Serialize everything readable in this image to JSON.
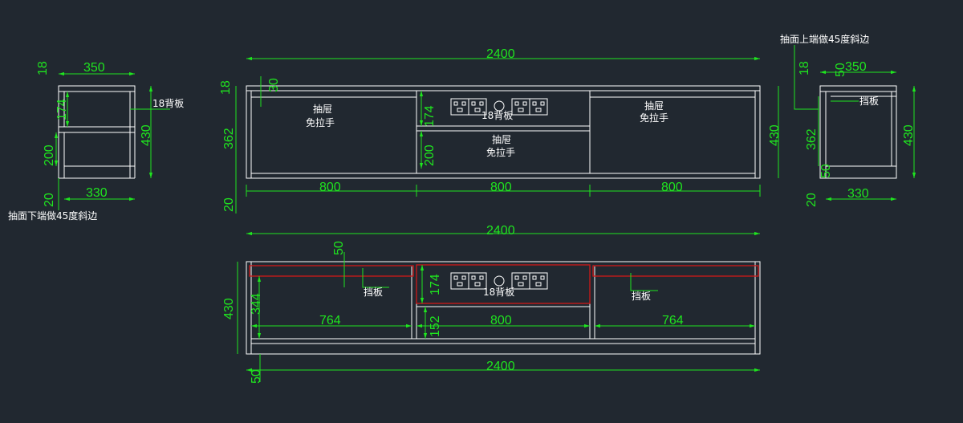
{
  "colors": {
    "background": "#212830",
    "dimension": "#1fe51f",
    "outline": "#ffffff",
    "highlight": "#d01818"
  },
  "left_side": {
    "w_top": "350",
    "h_top_board": "18",
    "h_174": "174",
    "h_200": "200",
    "h_20": "20",
    "h_430": "430",
    "w_bottom": "330",
    "back_board": "18背板",
    "bevel_note": "抽面下端做45度斜边"
  },
  "front": {
    "total_w": "2400",
    "h_18": "18",
    "h_30": "30",
    "h_362": "362",
    "h_20": "20",
    "h_174": "174",
    "h_200": "200",
    "h_430": "430",
    "drawer_left_l1": "抽屉",
    "drawer_left_l2": "免拉手",
    "drawer_right_l1": "抽屉",
    "drawer_right_l2": "免拉手",
    "drawer_mid_l1": "抽屉",
    "drawer_mid_l2": "免拉手",
    "back_board": "18背板",
    "w_left": "800",
    "w_mid": "800",
    "w_right": "800"
  },
  "right_side": {
    "bevel_note": "抽面上端做45度斜边",
    "h_18": "18",
    "h_50": "50",
    "w_350": "350",
    "stop_board": "挡板",
    "h_362": "362",
    "h_50b": "50",
    "h_20": "20",
    "w_330": "330",
    "h_430": "430"
  },
  "plan": {
    "total_top": "2400",
    "dim_50": "50",
    "stop_left": "挡板",
    "stop_right": "挡板",
    "h_174": "174",
    "back_board": "18背板",
    "h_430": "430",
    "h_344": "344",
    "h_152": "152",
    "w_764_left": "764",
    "w_800": "800",
    "w_764_right": "764",
    "total_bottom": "2400",
    "dim_50b": "50"
  }
}
